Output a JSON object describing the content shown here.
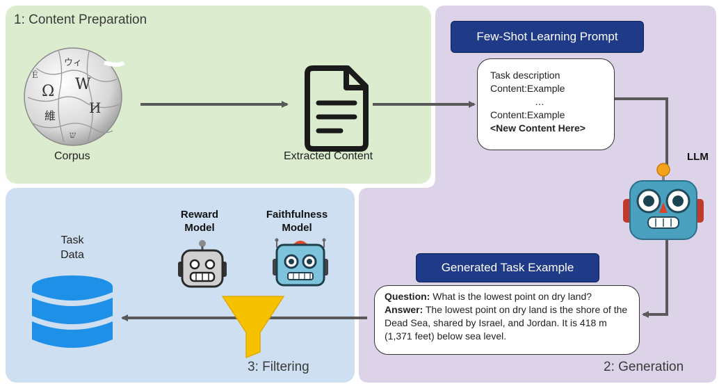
{
  "stages": {
    "preparation": "1: Content Preparation",
    "generation": "2: Generation",
    "filtering": "3: Filtering"
  },
  "corpus_label": "Corpus",
  "extracted_label": "Extracted Content",
  "prompt": {
    "title": "Few-Shot Learning Prompt",
    "line1": "Task description",
    "line2": "Content:Example",
    "line3": "…",
    "line4": "Content:Example",
    "line5": "<New Content Here>"
  },
  "llm_label": "LLM",
  "generated": {
    "title": "Generated Task Example",
    "question_label": "Question:",
    "question_text": " What is the lowest point on dry land?",
    "answer_label": "Answer:",
    "answer_text": " The lowest point on dry land is the shore of the Dead Sea, shared by Israel, and Jordan. It is 418 m (1,371 feet) below sea level."
  },
  "reward_model": {
    "line1": "Reward",
    "line2": "Model"
  },
  "faithfulness_model": {
    "line1": "Faithfulness",
    "line2": "Model"
  },
  "task_data": {
    "line1": "Task",
    "line2": "Data"
  },
  "colors": {
    "green_panel": "#dbeccf",
    "purple_panel": "#dcd3e9",
    "blue_panel": "#cddff0",
    "navy": "#1f3a86",
    "arrow": "#595959",
    "database": "#1e90e8",
    "funnel": "#f6c200"
  },
  "icons": [
    "wikipedia-globe-icon",
    "document-icon",
    "robot-icon",
    "database-icon",
    "funnel-icon"
  ]
}
